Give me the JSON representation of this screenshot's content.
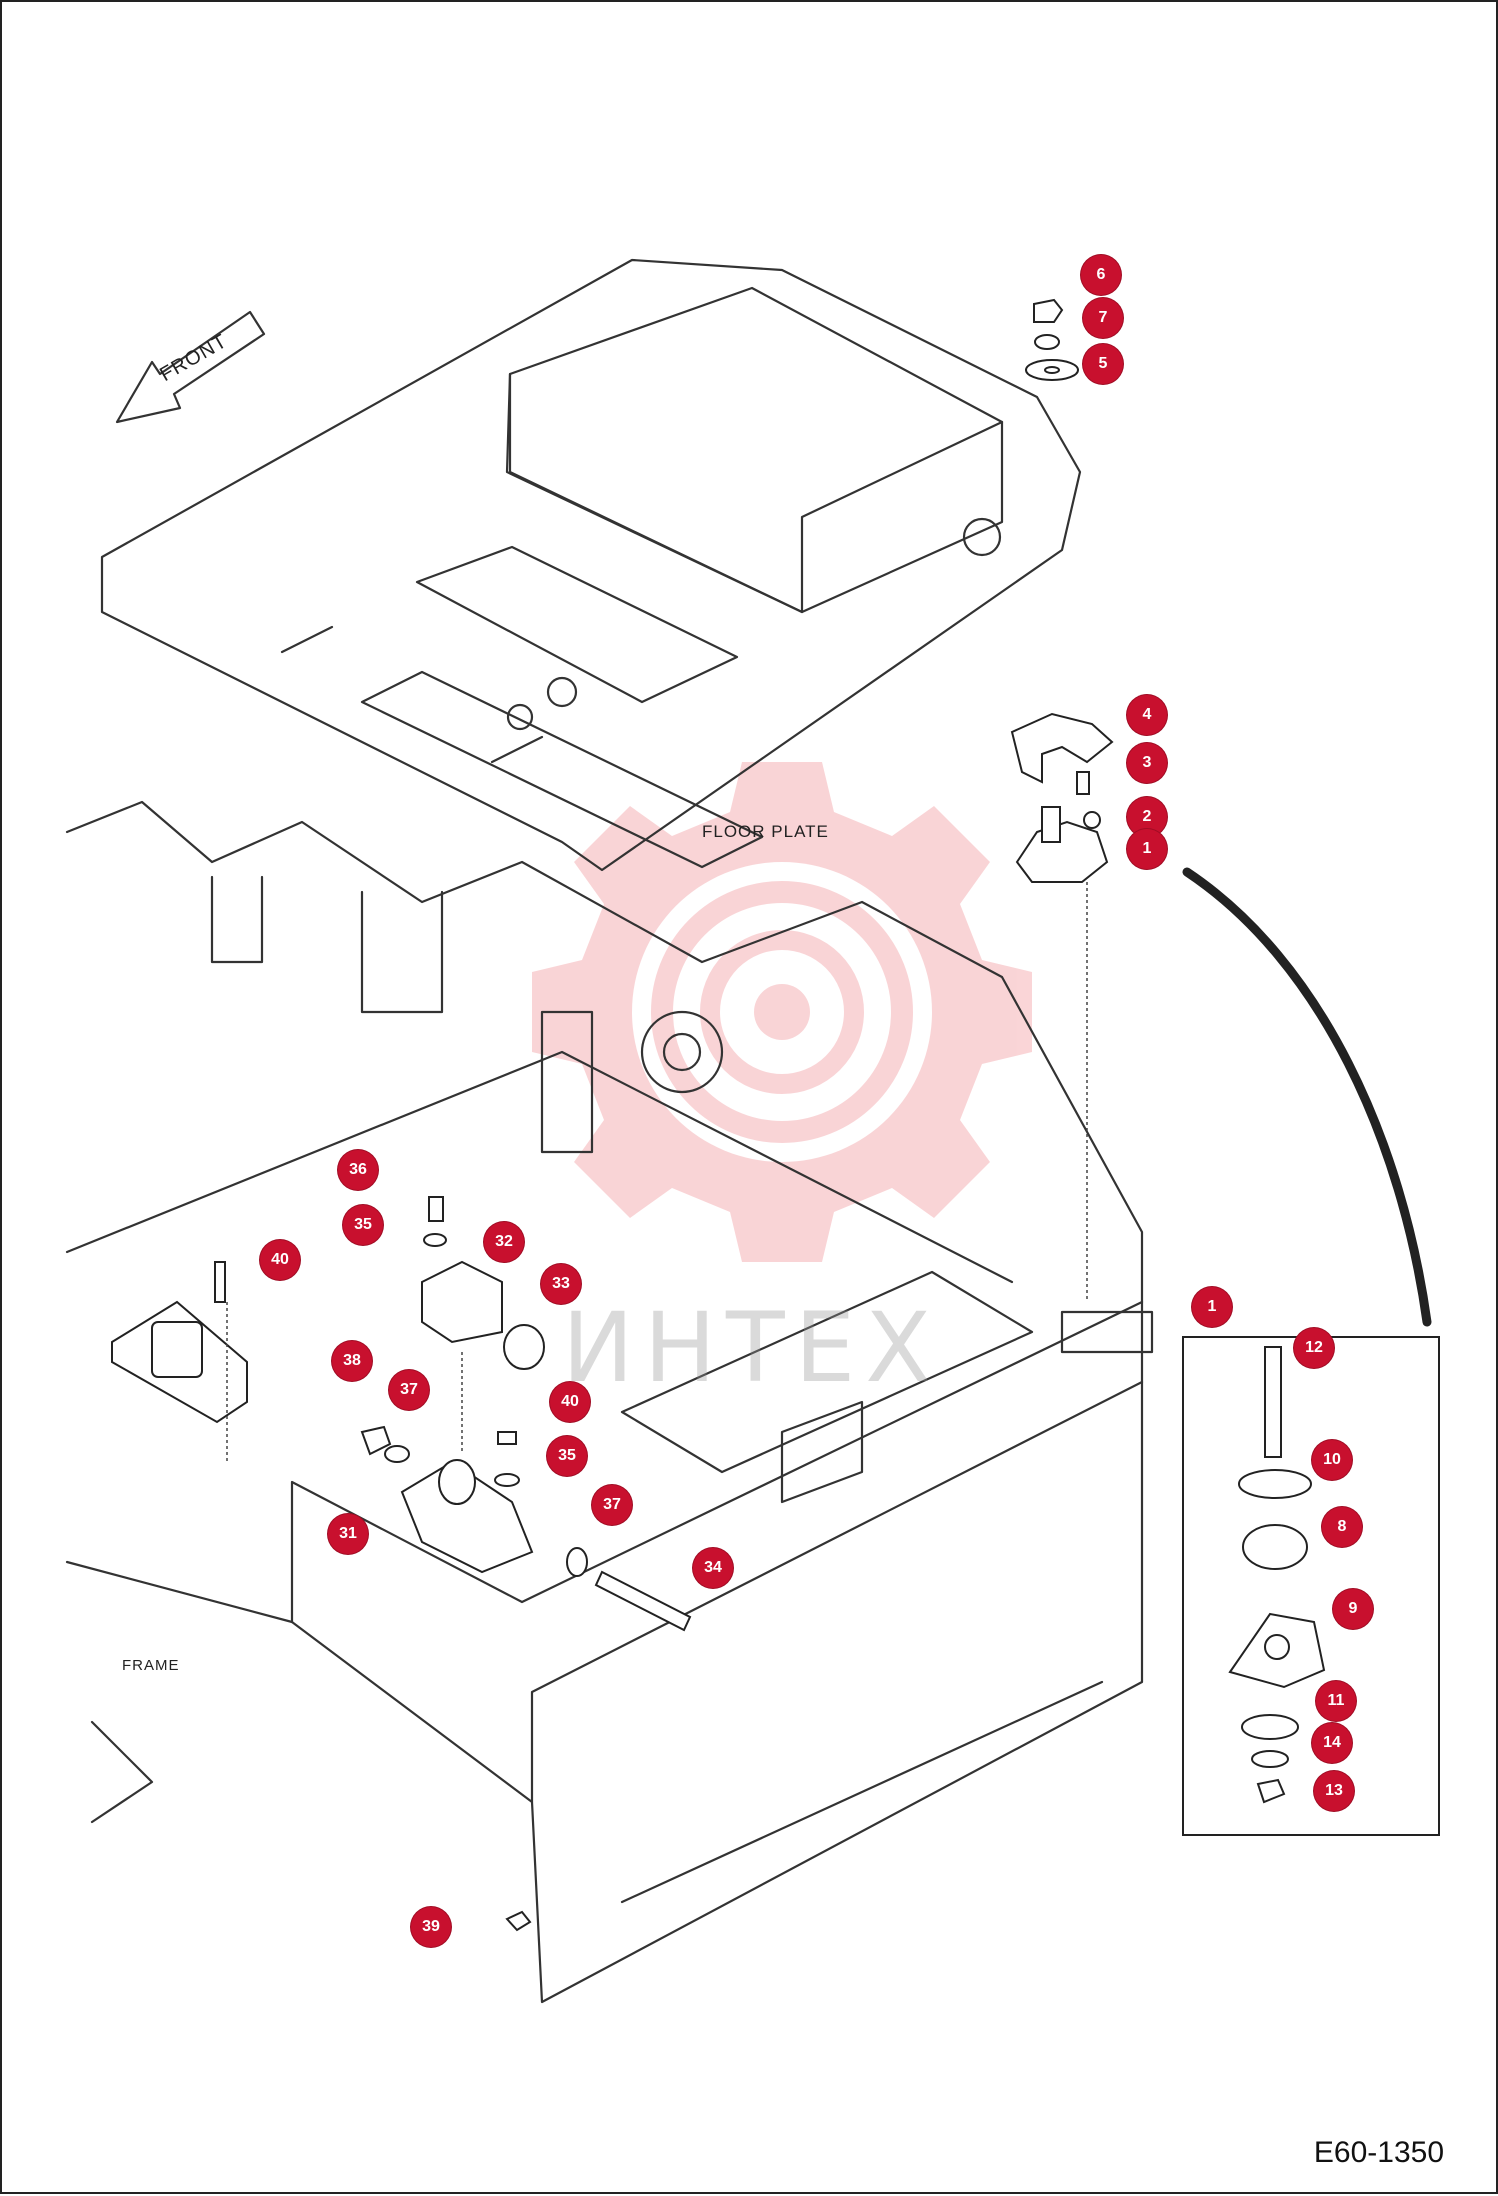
{
  "labels": {
    "front": "FRONT",
    "floor_plate": "FLOOR PLATE",
    "frame": "FRAME"
  },
  "watermark": {
    "text": "ИНТЕХ",
    "color": "#f28c8c"
  },
  "diagram_code": "E60-1350",
  "callout_color": "#c8102e",
  "callouts": [
    "6",
    "7",
    "5",
    "4",
    "3",
    "2",
    "1",
    "1",
    "12",
    "10",
    "8",
    "9",
    "11",
    "14",
    "13",
    "36",
    "35",
    "32",
    "33",
    "40",
    "40",
    "38",
    "37",
    "35",
    "37",
    "31",
    "34",
    "39"
  ]
}
